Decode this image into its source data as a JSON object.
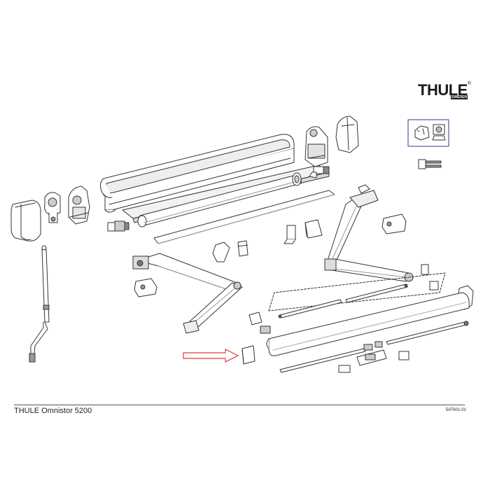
{
  "brand": {
    "logo_text": "THULE",
    "logo_sub": "SWEDEN",
    "logo_mark": "®"
  },
  "footer": {
    "title": "THULE Omnistor 5200",
    "drawing_code": "5AT601-01"
  },
  "colors": {
    "line": "#333333",
    "part_fill": "#ffffff",
    "shade": "#d9d9d9",
    "dark": "#555555",
    "highlight_arrow": "#e23b3b",
    "inset_frame": "#2b3a8c"
  }
}
